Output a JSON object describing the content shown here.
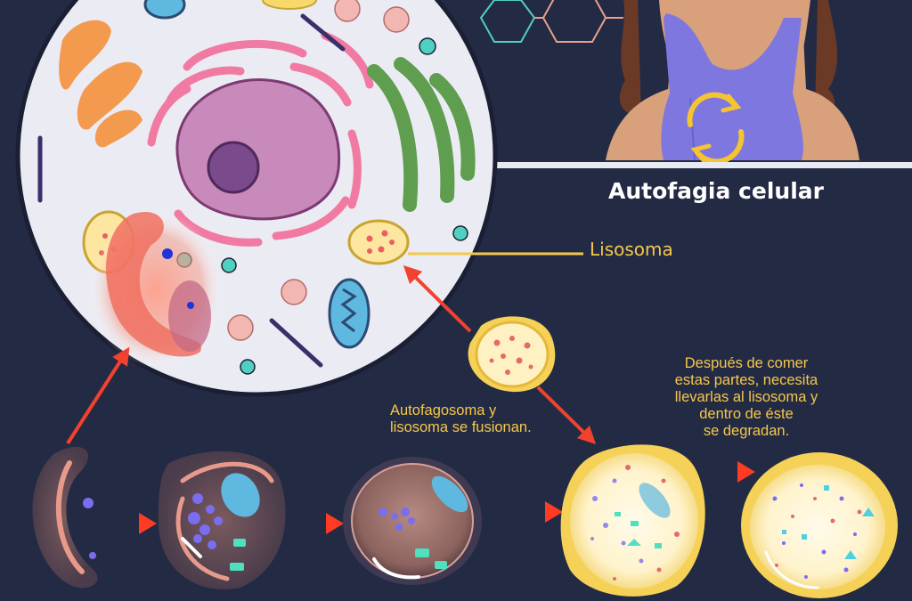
{
  "title": "Autofagia celular",
  "labels": {
    "lisosoma": "Lisosoma"
  },
  "notes": {
    "fusion": [
      "Autofagosoma y",
      "lisosoma se fusionan."
    ],
    "degradation": [
      "Después de comer",
      "estas partes, necesita",
      "llevarlas al lisosoma y",
      "dentro de éste",
      "se degradan."
    ]
  },
  "colors": {
    "background": "#232a44",
    "label": "#f5c84a",
    "arrow": "#f2422e",
    "cell": "#ebebf3",
    "nucleus": "#c889bb",
    "lysosome": "#f7d96b"
  },
  "icons": [
    "cycle-arrows-icon",
    "hexagon-decoration"
  ]
}
